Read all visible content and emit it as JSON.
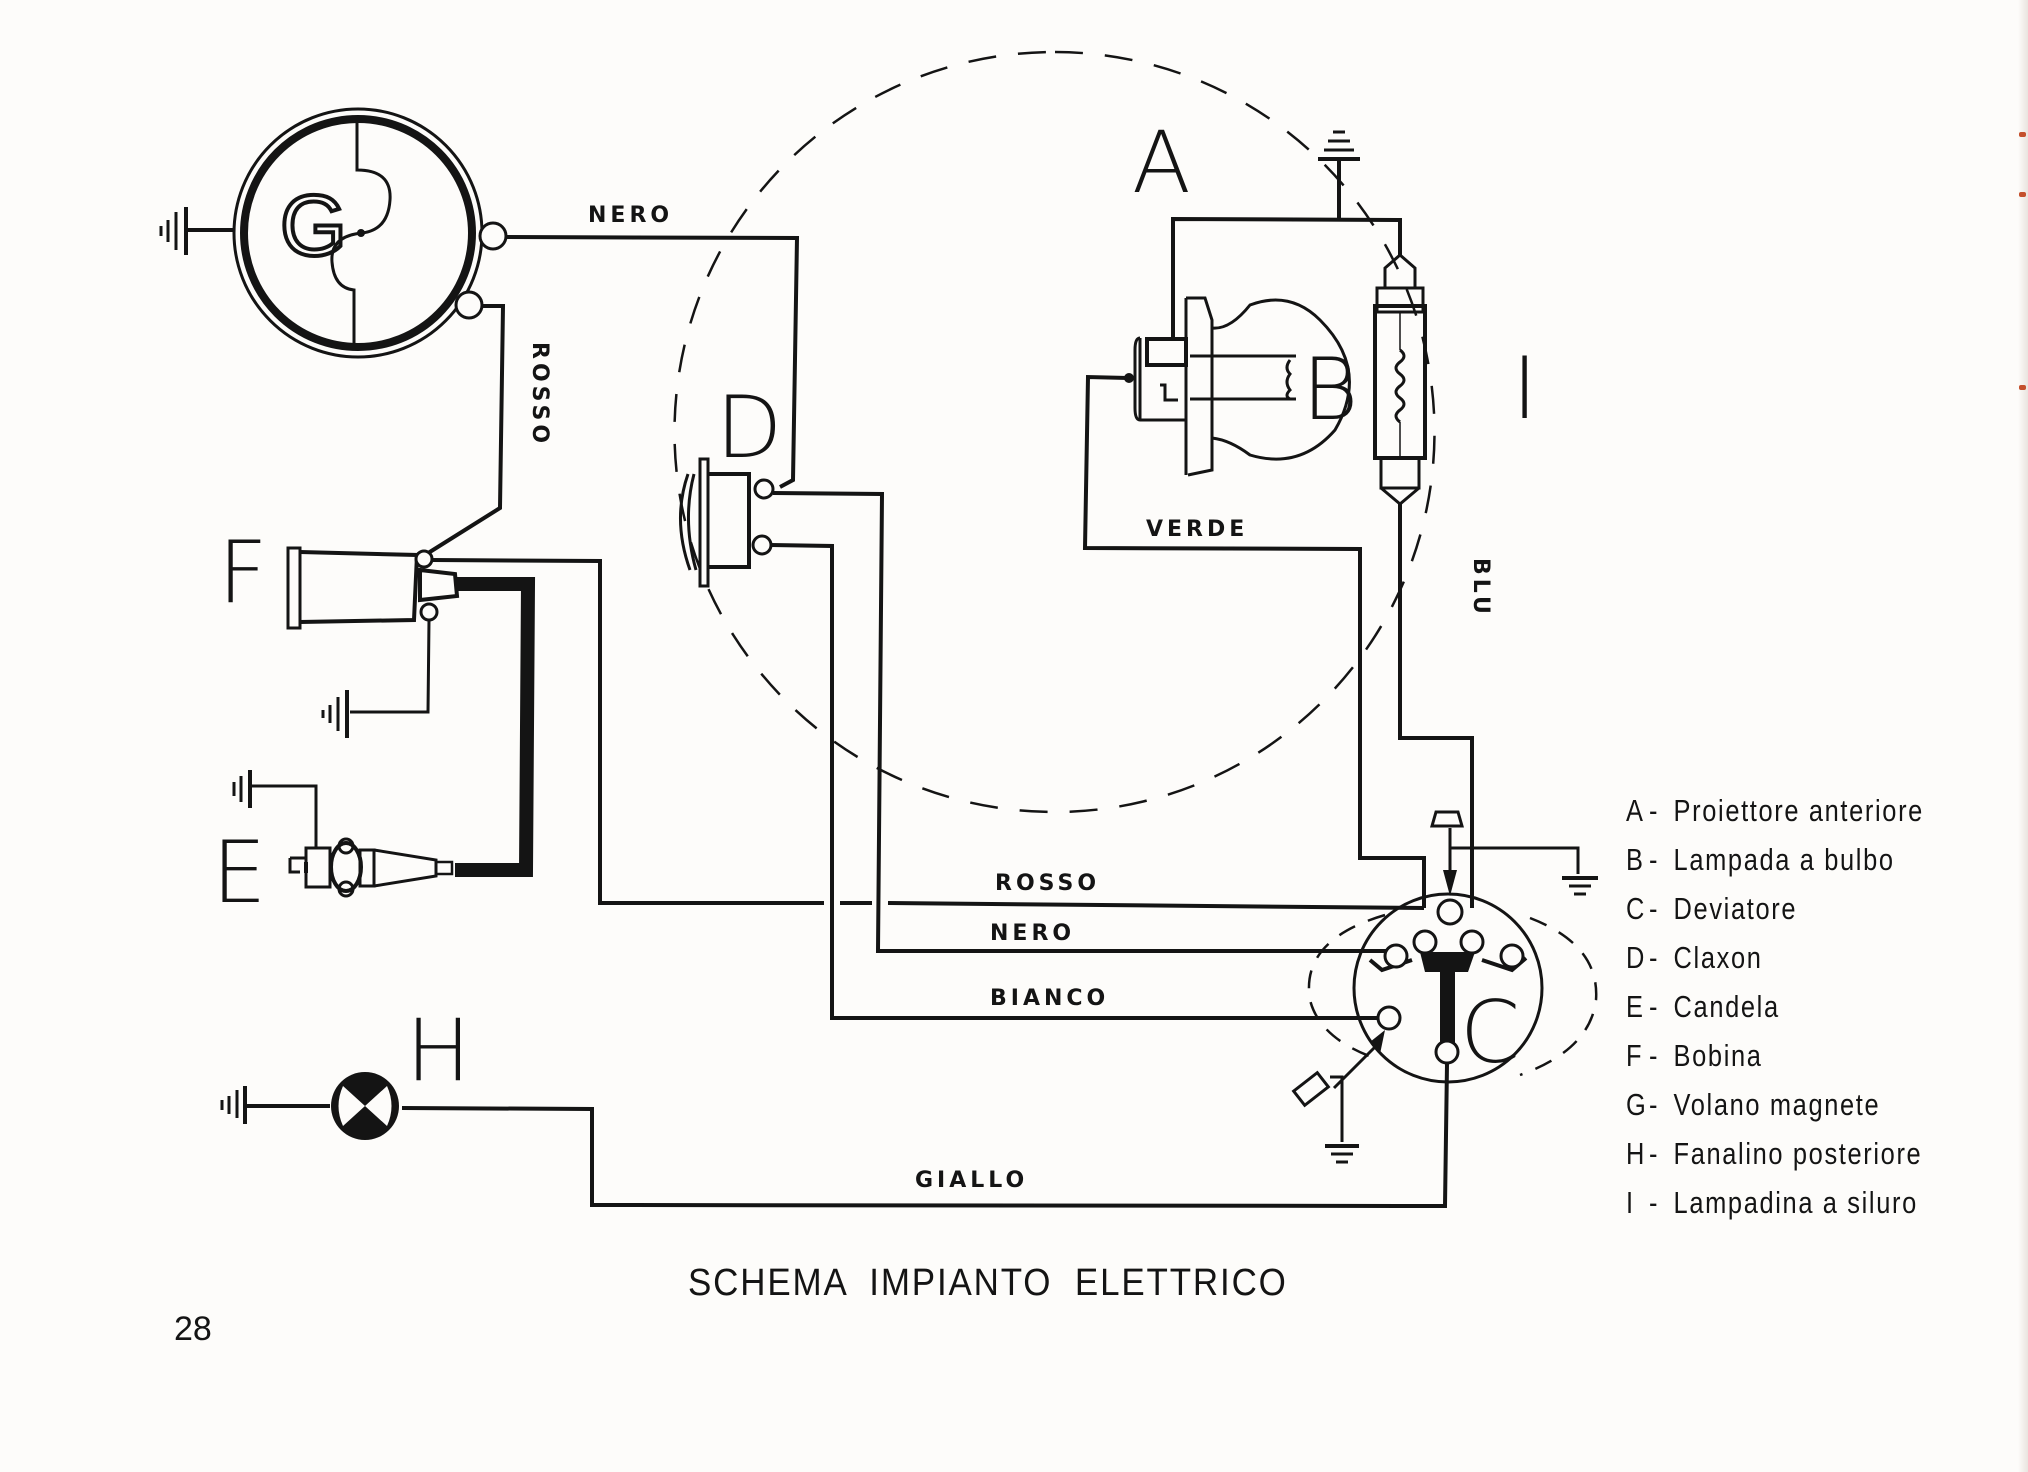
{
  "page": {
    "title": "SCHEMA IMPIANTO ELETTRICO",
    "page_number": "28"
  },
  "components": {
    "A": "A",
    "B": "B",
    "C": "C",
    "D": "D",
    "E": "E",
    "F": "F",
    "G": "G",
    "H": "H",
    "I": "I"
  },
  "wires": {
    "nero_top": "NERO",
    "rosso_vertical": "ROSSO",
    "verde": "VERDE",
    "blu": "BLU",
    "rosso": "ROSSO",
    "nero": "NERO",
    "bianco": "BIANCO",
    "giallo": "GIALLO"
  },
  "legend": [
    {
      "key": "A",
      "label": "Proiettore anteriore"
    },
    {
      "key": "B",
      "label": "Lampada a bulbo"
    },
    {
      "key": "C",
      "label": "Deviatore"
    },
    {
      "key": "D",
      "label": "Claxon"
    },
    {
      "key": "E",
      "label": "Candela"
    },
    {
      "key": "F",
      "label": "Bobina"
    },
    {
      "key": "G",
      "label": "Volano magnete"
    },
    {
      "key": "H",
      "label": "Fanalino posteriore"
    },
    {
      "key": "I",
      "label": "Lampadina a siluro"
    }
  ],
  "legend_separator": "-"
}
